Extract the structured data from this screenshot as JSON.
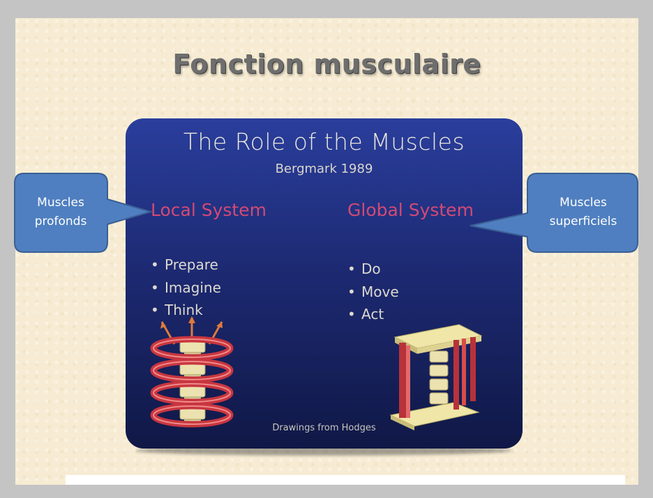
{
  "slide": {
    "title": "Fonction musculaire"
  },
  "panel": {
    "title": "The Role of the Muscles",
    "subtitle": "Bergmark 1989",
    "local": {
      "heading": "Local System",
      "items": [
        "Prepare",
        "Imagine",
        "Think"
      ]
    },
    "global": {
      "heading": "Global System",
      "items": [
        "Do",
        "Move",
        "Act"
      ]
    },
    "credit": "Drawings from Hodges"
  },
  "callouts": {
    "left": {
      "line1": "Muscles",
      "line2": "profonds"
    },
    "right": {
      "line1": "Muscles",
      "line2": "superficiels"
    }
  },
  "colors": {
    "accent_pink": "#d24a75",
    "callout_blue": "#4f7fc0",
    "panel_blue": "#1d2a73"
  }
}
